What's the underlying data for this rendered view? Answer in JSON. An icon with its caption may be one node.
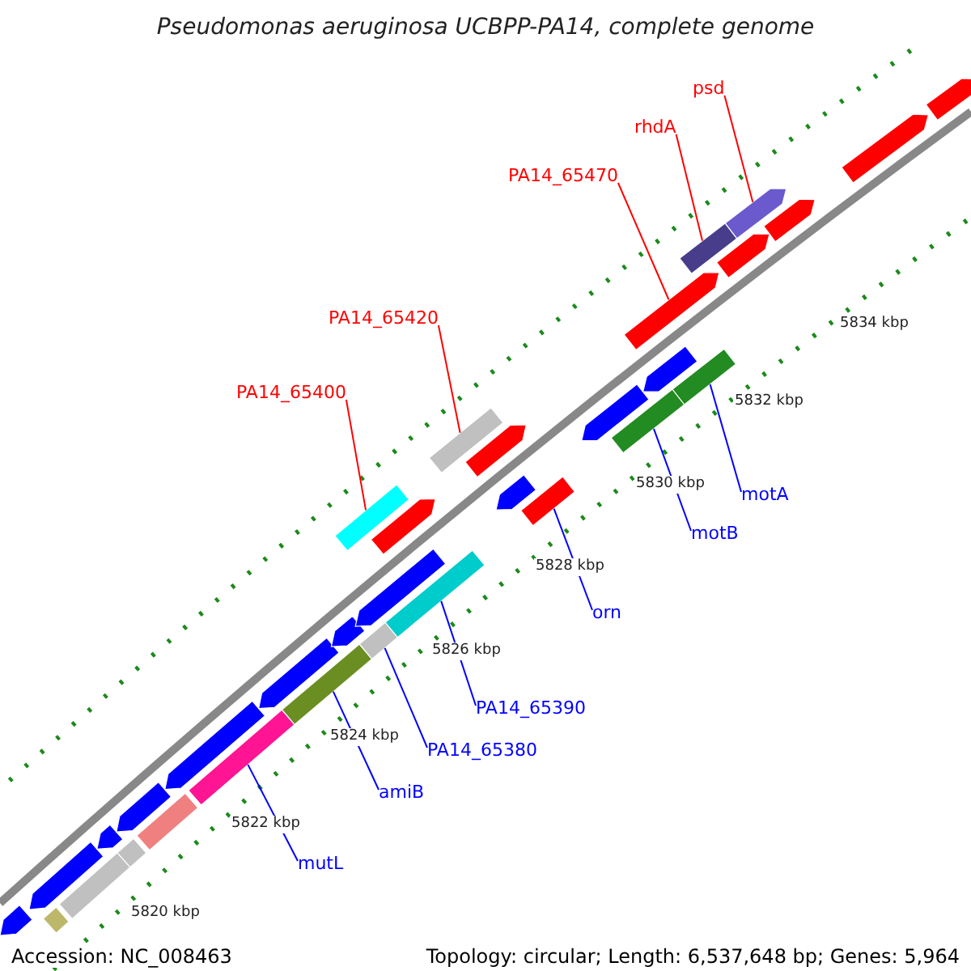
{
  "diagram": {
    "title": "Pseudomonas aeruginosa UCBPP-PA14, complete genome",
    "nodes": [
      {
        "text": [
          "psd"
        ]
      },
      {
        "text": [
          "rhdA"
        ]
      },
      {
        "text": [
          "PA14_65470"
        ]
      },
      {
        "text": [
          "PA14_65420"
        ]
      },
      {
        "text": [
          "PA14_65400"
        ]
      },
      {
        "text": [
          "motA"
        ]
      },
      {
        "text": [
          "motB"
        ]
      },
      {
        "text": [
          "orn"
        ]
      },
      {
        "text": [
          "PA14_65390"
        ]
      },
      {
        "text": [
          "PA14_65380"
        ]
      },
      {
        "text": [
          "amiB"
        ]
      },
      {
        "text": [
          "mutL"
        ]
      },
      {
        "text": [],
        "shape": "arrow"
      },
      {
        "text": [],
        "shape": "bar"
      },
      {
        "text": [],
        "shape": "arrow"
      },
      {
        "text": [],
        "shape": "bar"
      },
      {
        "text": [],
        "shape": "arrow"
      },
      {
        "text": [],
        "shape": "bar"
      },
      {
        "text": [],
        "shape": "arrow"
      },
      {
        "text": [],
        "shape": "bar"
      },
      {
        "text": [],
        "shape": "arrow"
      },
      {
        "text": [],
        "shape": "bar"
      },
      {
        "text": [],
        "shape": "arrow"
      },
      {
        "text": [],
        "shape": "bar"
      },
      {
        "text": [],
        "shape": "arrow"
      },
      {
        "text": [],
        "shape": "bar"
      },
      {
        "text": [],
        "shape": "arrow"
      },
      {
        "text": [],
        "shape": "bar"
      },
      {
        "text": [],
        "shape": "bar"
      },
      {
        "text": [],
        "shape": "arrow"
      },
      {
        "text": [],
        "shape": "bar"
      },
      {
        "text": [],
        "shape": "arrow"
      },
      {
        "text": [],
        "shape": "arrow"
      },
      {
        "text": [],
        "shape": "bar"
      },
      {
        "text": [],
        "shape": "arrow"
      },
      {
        "text": [],
        "shape": "bar"
      },
      {
        "text": [],
        "shape": "arrow"
      },
      {
        "text": [],
        "shape": "arrow"
      },
      {
        "text": [],
        "shape": "bar"
      },
      {
        "text": [],
        "shape": "bar"
      },
      {
        "text": [],
        "shape": "arrow"
      },
      {
        "text": [],
        "shape": "arrow"
      },
      {
        "text": [],
        "shape": "arrow"
      },
      {
        "text": [],
        "shape": "arrow"
      },
      {
        "text": [],
        "shape": "arrow"
      }
    ],
    "edges": [
      {
        "from": 0,
        "to": 41,
        "arrow": "none",
        "color": "#ff0000"
      },
      {
        "from": 1,
        "to": 39,
        "arrow": "none",
        "color": "#ff0000"
      },
      {
        "from": 2,
        "to": 37,
        "arrow": "none",
        "color": "#ff0000"
      },
      {
        "from": 3,
        "to": 30,
        "arrow": "none",
        "color": "#ff0000"
      },
      {
        "from": 4,
        "to": 28,
        "arrow": "none",
        "color": "#ff0000"
      },
      {
        "from": 5,
        "to": 38,
        "arrow": "none"
      },
      {
        "from": 6,
        "to": 35,
        "arrow": "none"
      },
      {
        "from": 7,
        "to": 33,
        "arrow": "none"
      },
      {
        "from": 8,
        "to": 27,
        "arrow": "none"
      },
      {
        "from": 9,
        "to": 25,
        "arrow": "none"
      },
      {
        "from": 10,
        "to": 23,
        "arrow": "none"
      },
      {
        "from": 11,
        "to": 21,
        "arrow": "none"
      }
    ],
    "labels": [
      "5834 kbp",
      "5832 kbp",
      "5830 kbp",
      "5828 kbp",
      "5826 kbp",
      "5824 kbp",
      "5822 kbp",
      "5820 kbp",
      "Accession: NC_008463",
      "Topology: circular; Length: 6,537,648 bp; Genes: 5,964"
    ]
  }
}
